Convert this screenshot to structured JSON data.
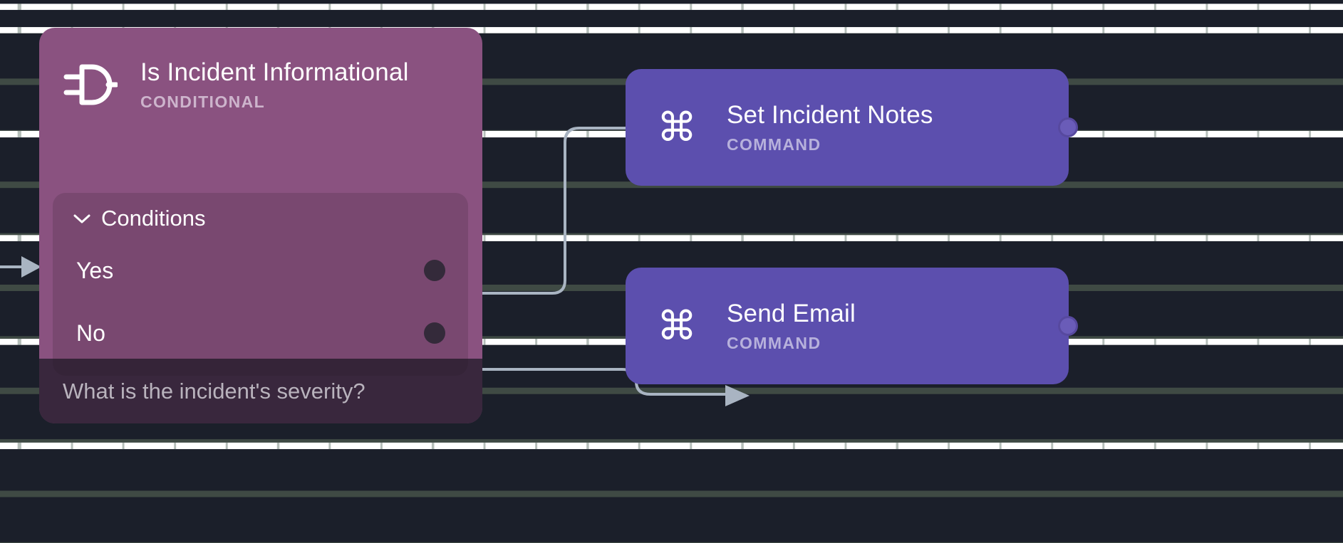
{
  "canvas": {
    "background_color": "#1b1f2a",
    "grid_color": "#788880"
  },
  "nodes": [
    {
      "id": "is-incident-informational",
      "title": "Is Incident Informational",
      "subtitle": "CONDITIONAL",
      "type": "conditional",
      "icon": "plug-connector-icon",
      "color": "#8a5280",
      "conditions": {
        "label": "Conditions",
        "expanded": true,
        "chevron": "chevron-down-icon",
        "options": [
          {
            "label": "Yes",
            "port": "port-yes"
          },
          {
            "label": "No",
            "port": "port-no"
          }
        ]
      },
      "footer_text": "What is the incident's severity?"
    },
    {
      "id": "set-incident-notes",
      "title": "Set Incident Notes",
      "subtitle": "COMMAND",
      "type": "command",
      "icon": "command-icon",
      "icon_glyph": "⌘",
      "color": "#5c4fae"
    },
    {
      "id": "send-email",
      "title": "Send Email",
      "subtitle": "COMMAND",
      "type": "command",
      "icon": "command-icon",
      "icon_glyph": "⌘",
      "color": "#5c4fae"
    }
  ],
  "edges": [
    {
      "from": "is-incident-informational:Yes",
      "to": "set-incident-notes",
      "color": "#a9b4c2"
    },
    {
      "from": "is-incident-informational:No",
      "to": "send-email",
      "color": "#a9b4c2"
    },
    {
      "from": "canvas-input",
      "to": "is-incident-informational",
      "color": "#a9b4c2"
    }
  ]
}
